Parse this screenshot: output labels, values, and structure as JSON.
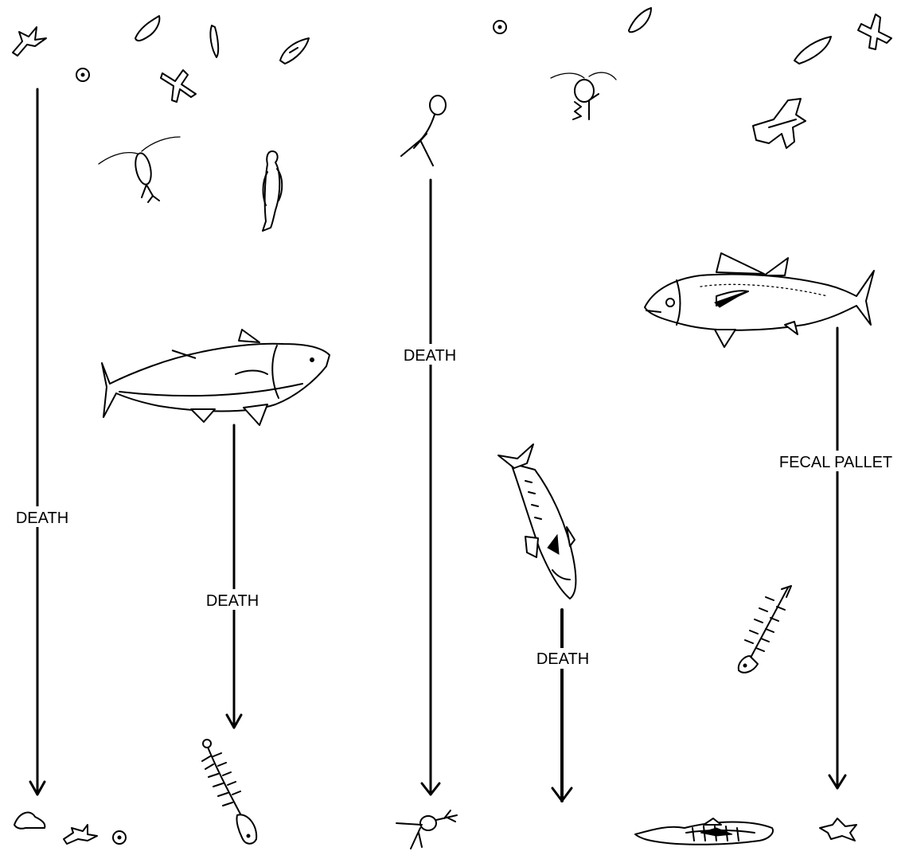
{
  "diagram": {
    "labels": {
      "death_far_left": "DEATH",
      "death_tuna_left": "DEATH",
      "death_center": "DEATH",
      "death_sinking_fish": "DEATH",
      "fecal_pallet": "FECAL PALLET"
    }
  }
}
